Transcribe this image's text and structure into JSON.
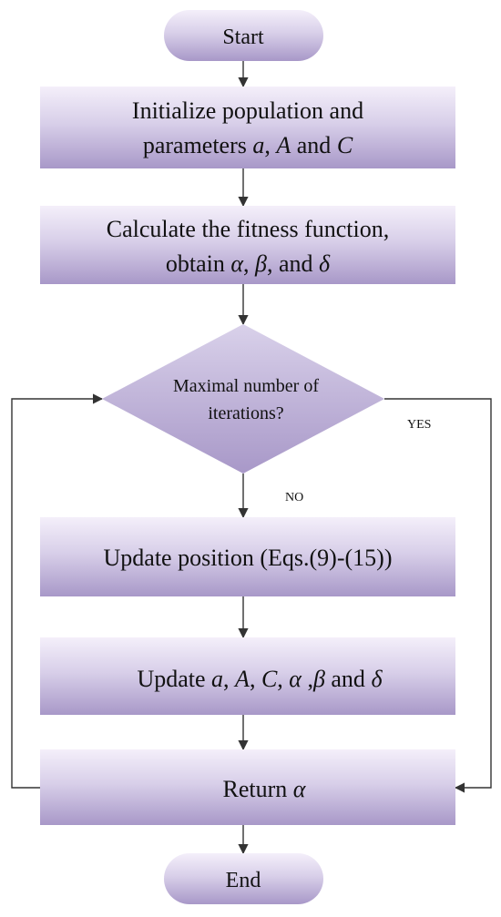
{
  "flowchart": {
    "palette": {
      "box_light": "#f4effa",
      "box_dark": "#a898c8",
      "text": "#111111",
      "line": "#333333"
    },
    "nodes": [
      {
        "id": "start",
        "type": "terminal",
        "lines": [
          [
            "Start"
          ]
        ]
      },
      {
        "id": "init",
        "type": "process",
        "lines": [
          [
            "Initialize population and"
          ],
          [
            "parameters ",
            "a",
            ", ",
            "A",
            " and ",
            "C"
          ]
        ]
      },
      {
        "id": "fitness",
        "type": "process",
        "lines": [
          [
            "Calculate the fitness function,"
          ],
          [
            "obtain ",
            "α",
            ", ",
            "β",
            ", and ",
            "δ"
          ]
        ]
      },
      {
        "id": "decision",
        "type": "decision",
        "lines": [
          [
            "Maximal number of"
          ],
          [
            "iterations?"
          ]
        ]
      },
      {
        "id": "update_position",
        "type": "process",
        "lines": [
          [
            "Update position (Eqs.(9)-(15))"
          ]
        ]
      },
      {
        "id": "update_params",
        "type": "process",
        "lines": [
          [
            "Update ",
            "a",
            ", ",
            "A",
            ", ",
            "C",
            ", ",
            "α",
            " ,",
            "β",
            " and ",
            "δ"
          ]
        ]
      },
      {
        "id": "return",
        "type": "process",
        "lines": [
          [
            "Return ",
            "α"
          ]
        ]
      },
      {
        "id": "end",
        "type": "terminal",
        "lines": [
          [
            "End"
          ]
        ]
      }
    ],
    "edge_labels": {
      "yes": "YES",
      "no": "NO"
    }
  }
}
